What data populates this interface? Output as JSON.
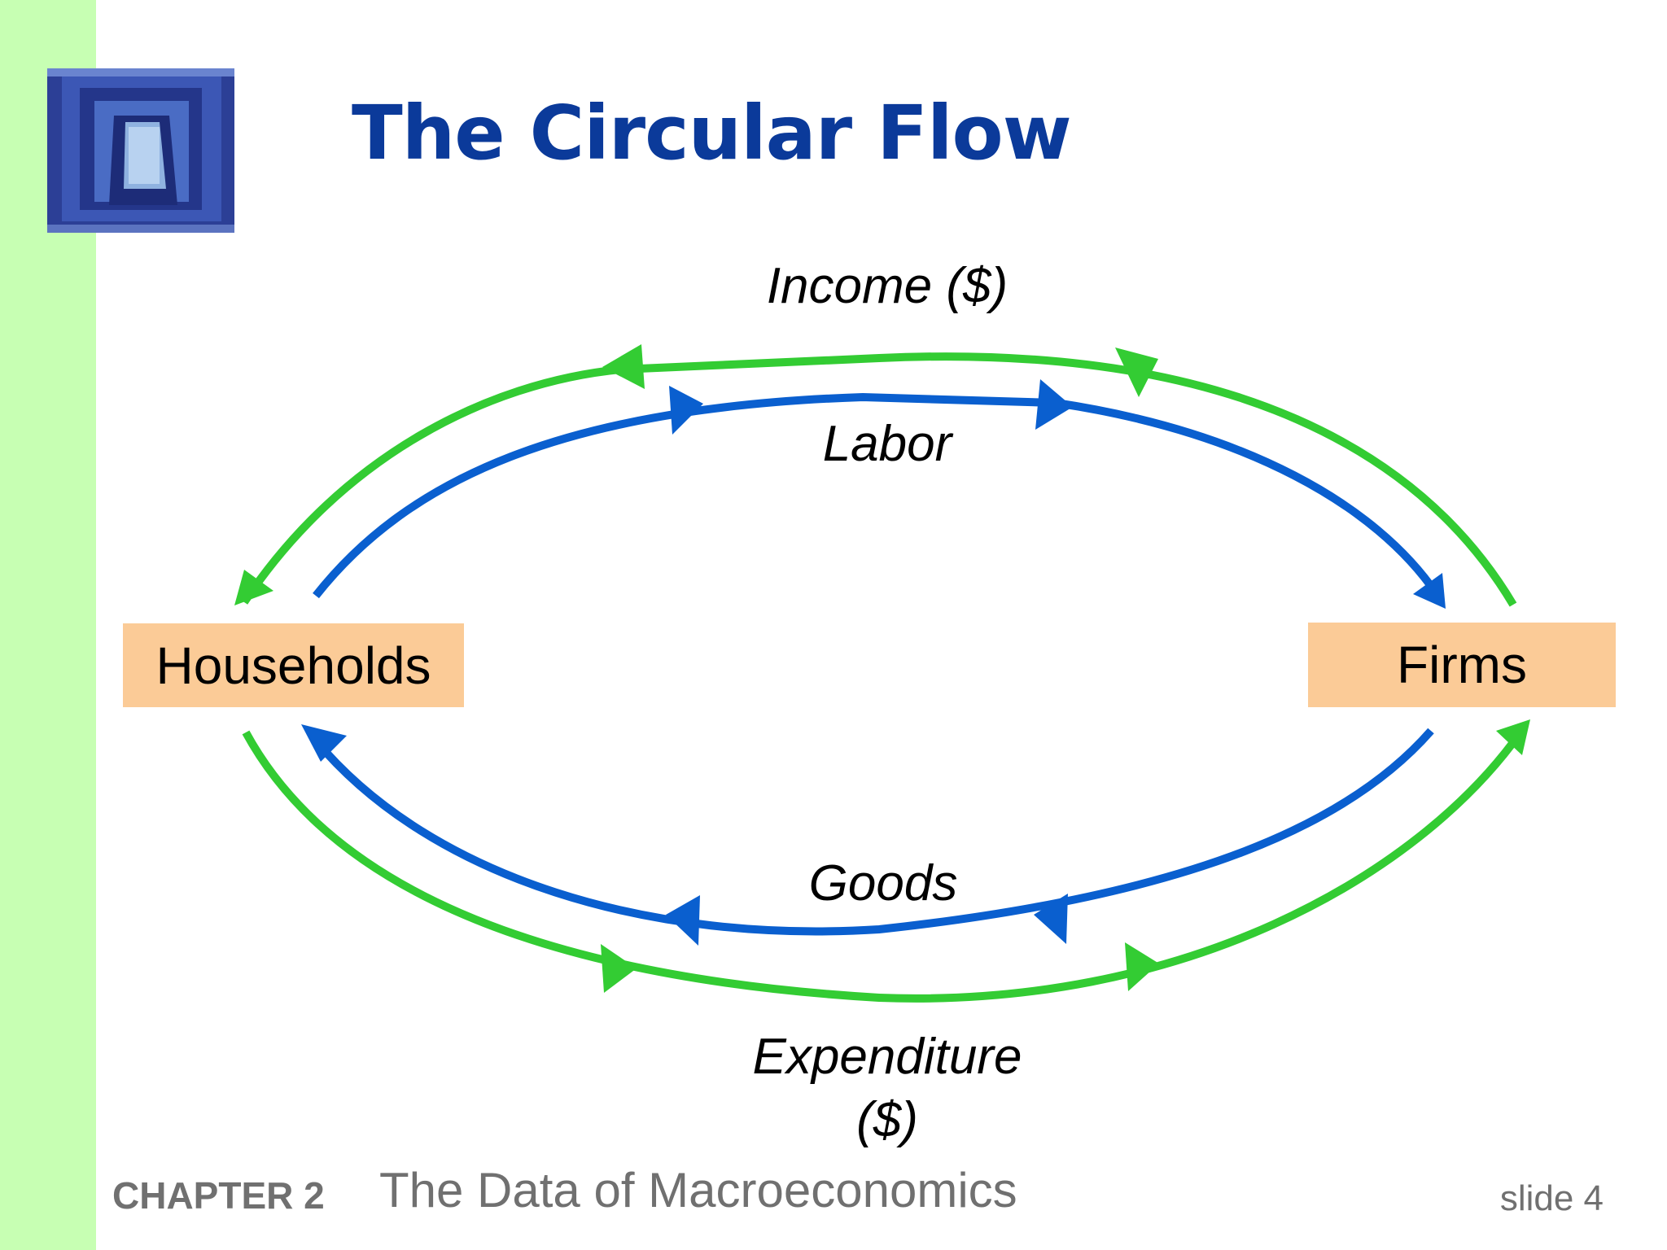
{
  "slide": {
    "title": "The Circular Flow",
    "footer": {
      "chapter": "CHAPTER 2",
      "subtitle": "The Data of Macroeconomics",
      "slide_number": "slide 4"
    }
  },
  "diagram": {
    "nodes": {
      "households": "Households",
      "firms": "Firms"
    },
    "flows": {
      "income": {
        "label": "Income ($)",
        "from": "Firms",
        "to": "Households"
      },
      "labor": {
        "label": "Labor",
        "from": "Households",
        "to": "Firms"
      },
      "goods": {
        "label": "Goods",
        "from": "Firms",
        "to": "Households"
      },
      "expenditure": {
        "label_line1": "Expenditure",
        "label_line2": "($)",
        "from": "Households",
        "to": "Firms"
      }
    },
    "colors": {
      "money_flow": "#33cc33",
      "real_flow": "#0a5fcf",
      "node_fill": "#fbcb97",
      "title": "#0b3a9a",
      "sidebar": "#c7ffb3"
    }
  }
}
